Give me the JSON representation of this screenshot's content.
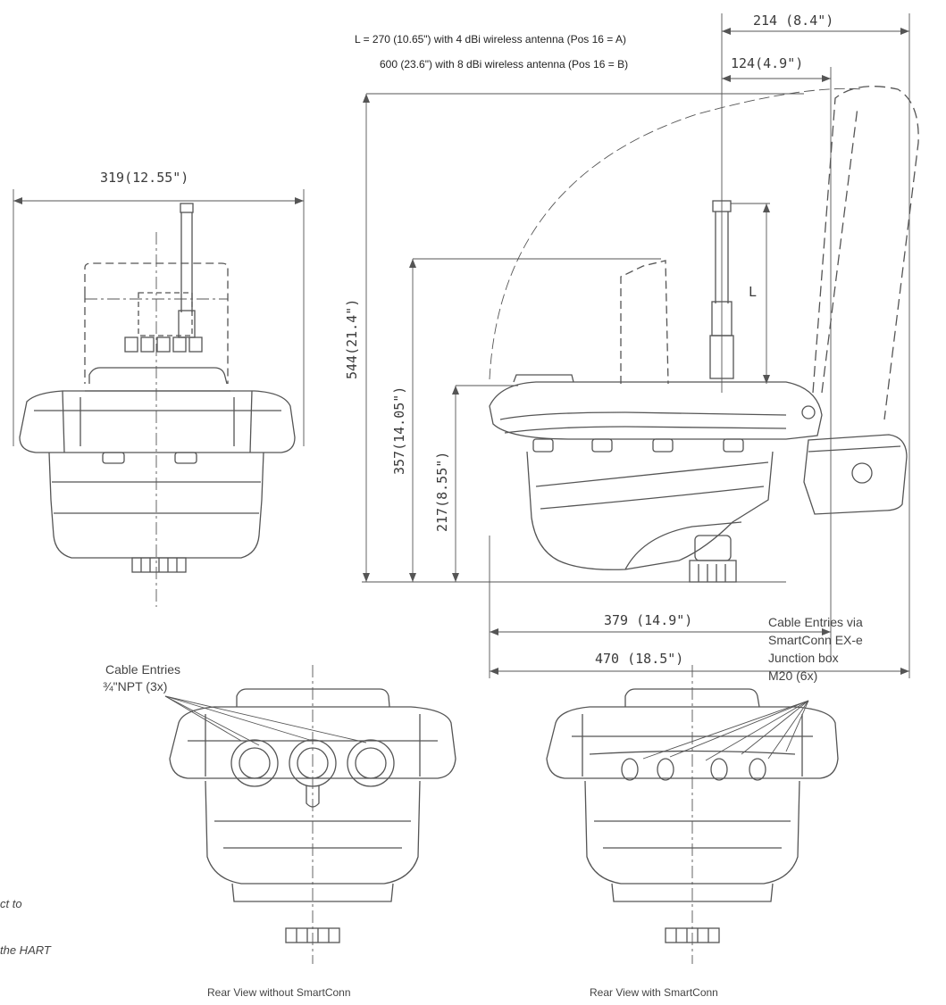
{
  "notes": {
    "antenna_line1": "L = 270 (10.65\") with 4 dBi wireless antenna (Pos 16 = A)",
    "antenna_line2": "600 (23.6\") with 8 dBi wireless antenna (Pos 16 = B)"
  },
  "dimensions": {
    "width_front": "319(12.55\")",
    "top_214": "214  (8.4\")",
    "top_124": "124(4.9\")",
    "height_544": "544(21.4\")",
    "height_357": "357(14.05\")",
    "height_217": "217(8.55\")",
    "length_L": "L",
    "bottom_379": "379  (14.9\")",
    "bottom_470": "470  (18.5\")"
  },
  "callouts": {
    "npt_line1": "Cable Entries",
    "npt_line2": "¾\"NPT (3x)",
    "sc_line1": "Cable Entries via",
    "sc_line2": "SmartConn EX-e",
    "sc_line3": "Junction box",
    "sc_line4": "M20 (6x)"
  },
  "captions": {
    "rear_without": "Rear View without SmartConn",
    "rear_with": "Rear View with SmartConn"
  },
  "cutoff_text": {
    "line1": "ct to",
    "line2": "the HART"
  },
  "colors": {
    "stroke": "#555555",
    "text": "#3a3a3a"
  }
}
